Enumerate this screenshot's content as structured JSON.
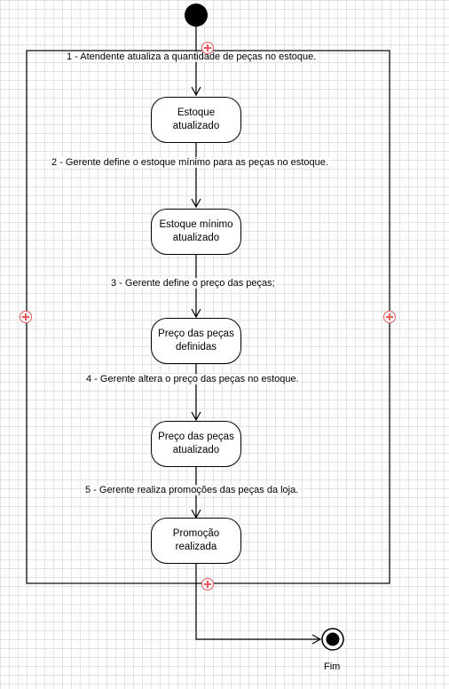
{
  "diagram": {
    "states": [
      {
        "id": "s1",
        "label": "Estoque\natualizado"
      },
      {
        "id": "s2",
        "label": "Estoque mínimo\natualizado"
      },
      {
        "id": "s3",
        "label": "Preço das peças\ndefinidas"
      },
      {
        "id": "s4",
        "label": "Preço das peças\natualizado"
      },
      {
        "id": "s5",
        "label": "Promoção\nrealizada"
      }
    ],
    "steps": [
      "1 - Atendente atualiza a quantidade de peças no estoque.",
      "2 - Gerente define o estoque mínimo para as peças no estoque.",
      "3 - Gerente define o preço das peças;",
      "4 - Gerente altera o preço das peças no estoque.",
      "5 - Gerente realiza promoções das peças da loja."
    ],
    "final_label": "Fim",
    "colors": {
      "line": "#000000",
      "handle": "#e65a5a",
      "grid": "#e3e3e3"
    }
  }
}
